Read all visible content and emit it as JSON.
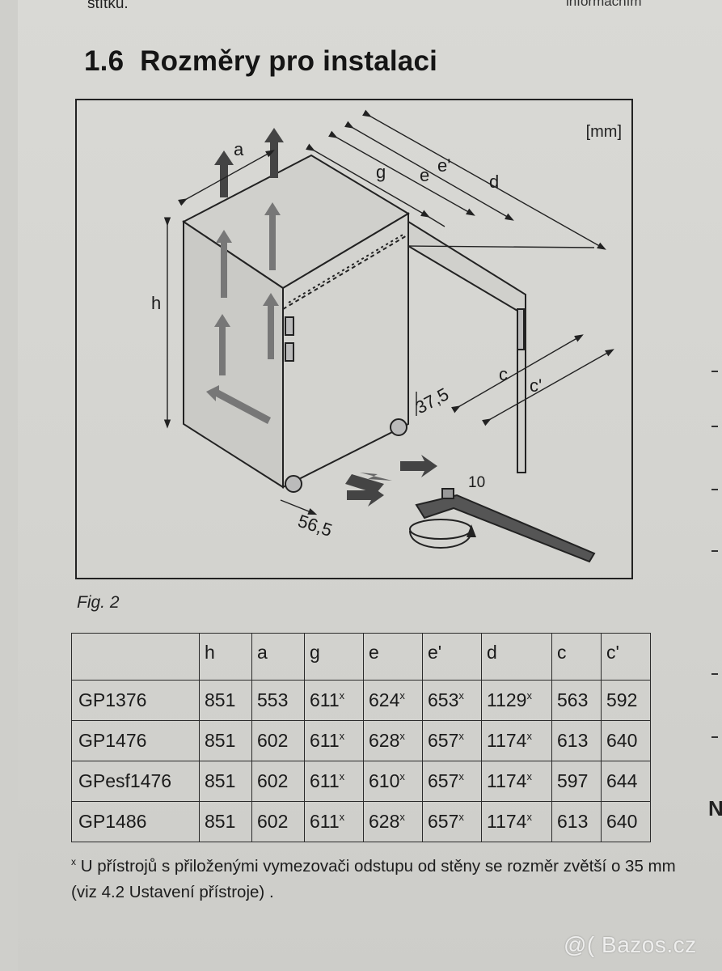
{
  "top_snippet": "štítku.",
  "top_right_snippet": "informačním",
  "section": {
    "number": "1.6",
    "title": "Rozměry pro instalaci"
  },
  "figure": {
    "unit_label": "[mm]",
    "caption": "Fig. 2",
    "labels": {
      "a": "a",
      "g": "g",
      "e": "e",
      "e_prime": "e'",
      "d": "d",
      "h": "h",
      "c": "c",
      "c_prime": "c'",
      "dim_37": "37,5",
      "dim_56": "56,5",
      "dim_10": "10"
    }
  },
  "table": {
    "header": [
      "",
      "h",
      "a",
      "g",
      "e",
      "e'",
      "d",
      "c",
      "c'"
    ],
    "rows": [
      {
        "model": "GP1376",
        "h": "851",
        "a": "553",
        "g": "611",
        "e": "624",
        "e_prime": "653",
        "d": "1129",
        "c": "563",
        "c_prime": "592"
      },
      {
        "model": "GP1476",
        "h": "851",
        "a": "602",
        "g": "611",
        "e": "628",
        "e_prime": "657",
        "d": "1174",
        "c": "613",
        "c_prime": "640"
      },
      {
        "model": "GPesf1476",
        "h": "851",
        "a": "602",
        "g": "611",
        "e": "610",
        "e_prime": "657",
        "d": "1174",
        "c": "597",
        "c_prime": "644"
      },
      {
        "model": "GP1486",
        "h": "851",
        "a": "602",
        "g": "611",
        "e": "628",
        "e_prime": "657",
        "d": "1174",
        "c": "613",
        "c_prime": "640"
      }
    ],
    "superscript_mark": "x"
  },
  "footnote": {
    "mark": "x",
    "text": "U přístrojů s přiloženými vymezovači odstupu od stěny se rozměr zvětší o 35 mm (viz 4.2 Ustavení přístroje) ."
  },
  "watermark": "@( Bazos.cz",
  "edge_letter": "N"
}
